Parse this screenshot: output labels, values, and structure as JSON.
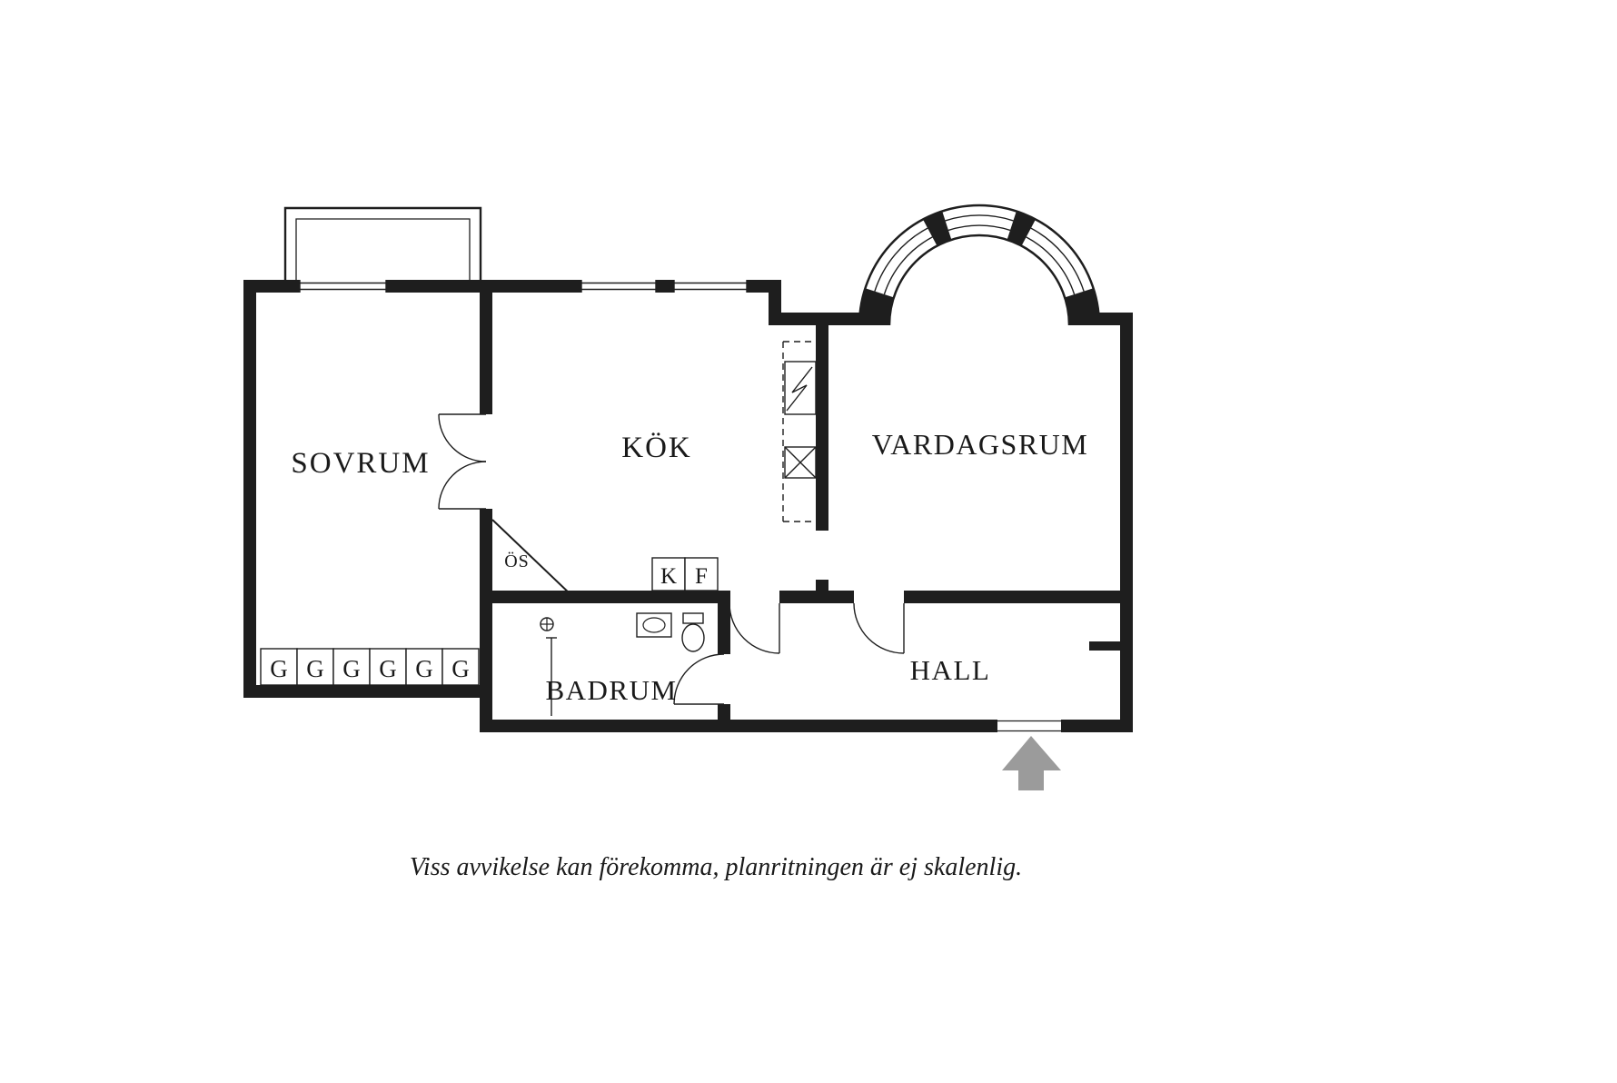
{
  "plan": {
    "rooms": [
      {
        "name": "sovrum",
        "label": "SOVRUM"
      },
      {
        "name": "kok",
        "label": "KÖK"
      },
      {
        "name": "vardagsrum",
        "label": "VARDAGSRUM"
      },
      {
        "name": "badrum",
        "label": "BADRUM"
      },
      {
        "name": "hall",
        "label": "HALL"
      }
    ],
    "annotations": {
      "os_label": "ÖS",
      "fridge_label": "K",
      "freezer_label": "F",
      "wardrobe_labels": [
        "G",
        "G",
        "G",
        "G",
        "G",
        "G"
      ]
    },
    "caption": "Viss avvikelse kan förekomma, planritningen är ej skalenlig.",
    "colors": {
      "wall": "#1e1e1e",
      "text": "#1a1a1a",
      "arrow": "#9b9b9b",
      "background": "#ffffff"
    }
  }
}
